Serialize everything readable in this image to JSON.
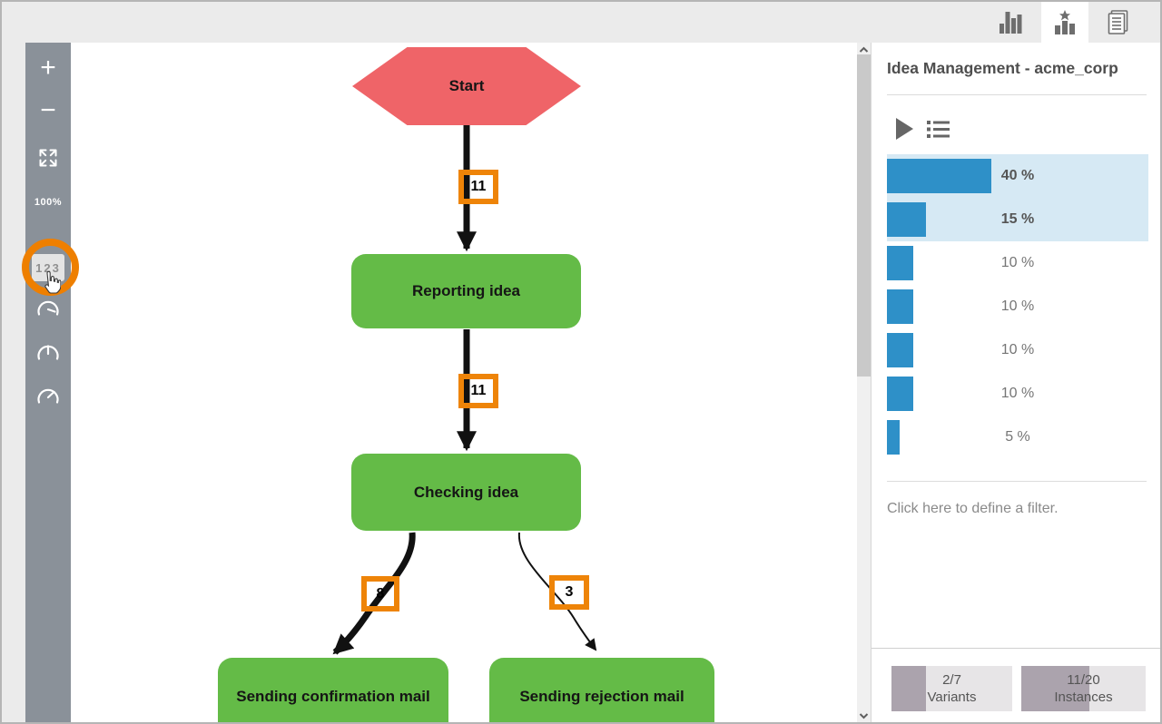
{
  "topbar": {
    "tabs": [
      {
        "id": "chart",
        "icon": "bar-chart-icon",
        "active": false
      },
      {
        "id": "variant-explorer",
        "icon": "variant-chart-star-icon",
        "active": true
      },
      {
        "id": "report",
        "icon": "document-icon",
        "active": false
      }
    ]
  },
  "sidebar": {
    "zoom_in_label": "+",
    "zoom_out_label": "−",
    "zoom_level": "100%",
    "case_count_label": "123",
    "gauge_icons": [
      "gauge-needle-right-icon",
      "gauge-needle-up-icon",
      "gauge-needle-upright-icon"
    ]
  },
  "diagram": {
    "nodes": [
      {
        "id": "start",
        "label": "Start",
        "shape": "hexagon"
      },
      {
        "id": "reporting-idea",
        "label": "Reporting idea",
        "shape": "rounded-rect"
      },
      {
        "id": "checking-idea",
        "label": "Checking idea",
        "shape": "rounded-rect"
      },
      {
        "id": "sending-confirmation-mail",
        "label": "Sending confirmation mail",
        "shape": "rounded-rect"
      },
      {
        "id": "sending-rejection-mail",
        "label": "Sending rejection mail",
        "shape": "rounded-rect"
      }
    ],
    "edges": [
      {
        "from": "start",
        "to": "reporting-idea",
        "count": 11,
        "weight": "thick"
      },
      {
        "from": "reporting-idea",
        "to": "checking-idea",
        "count": 11,
        "weight": "thick"
      },
      {
        "from": "checking-idea",
        "to": "sending-confirmation-mail",
        "count": 8,
        "weight": "thick"
      },
      {
        "from": "checking-idea",
        "to": "sending-rejection-mail",
        "count": 3,
        "weight": "thin"
      }
    ]
  },
  "panel": {
    "title": "Idea Management - acme_corp",
    "variants": [
      {
        "label": "40 %",
        "pct": 40,
        "selected": true
      },
      {
        "label": "15 %",
        "pct": 15,
        "selected": true
      },
      {
        "label": "10 %",
        "pct": 10,
        "selected": false
      },
      {
        "label": "10 %",
        "pct": 10,
        "selected": false
      },
      {
        "label": "10 %",
        "pct": 10,
        "selected": false
      },
      {
        "label": "10 %",
        "pct": 10,
        "selected": false
      },
      {
        "label": "5 %",
        "pct": 5,
        "selected": false
      }
    ],
    "filter_hint": "Click here to define a filter.",
    "footer": {
      "variants": {
        "value": "2/7",
        "label": "Variants"
      },
      "instances": {
        "value": "11/20",
        "label": "Instances"
      }
    }
  },
  "colors": {
    "accent_orange": "#ee8408",
    "bar_blue": "#2e90c8",
    "selection_blue": "#d6e9f4",
    "node_green": "#64bb47",
    "node_red": "#ef6468",
    "sidebar_gray": "#8a9199"
  }
}
